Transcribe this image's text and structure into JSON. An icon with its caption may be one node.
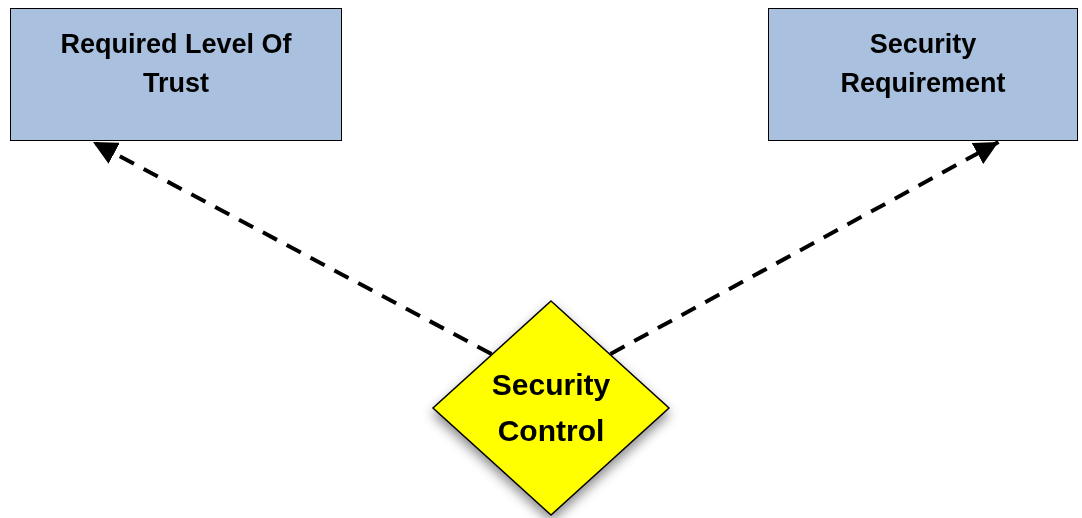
{
  "diagram": {
    "nodes": [
      {
        "text": [
          "Required Level Of Trust"
        ]
      },
      {
        "text": [
          "Security Requirement"
        ]
      },
      {
        "text": [
          "Security Control"
        ]
      }
    ],
    "edges": [
      {
        "from": 2,
        "to": 0,
        "arrow": "to",
        "style": "dashed"
      },
      {
        "from": 2,
        "to": 1,
        "arrow": "to",
        "style": "dashed"
      }
    ]
  }
}
